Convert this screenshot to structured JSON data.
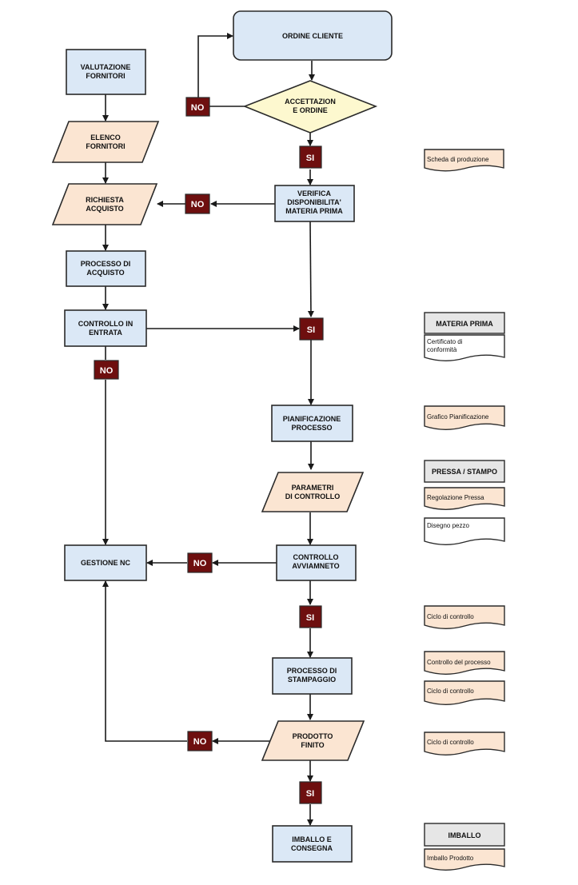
{
  "nodes": {
    "ordine_cliente": "ORDINE  CLIENTE",
    "accettazione": [
      "ACCETTAZION",
      "E ORDINE"
    ],
    "valutazione": [
      "VALUTAZIONE",
      "FORNITORI"
    ],
    "elenco": [
      "ELENCO",
      "FORNITORI"
    ],
    "richiesta": [
      "RICHIESTA",
      "ACQUISTO"
    ],
    "processo_acquisto": [
      "PROCESSO DI",
      "ACQUISTO"
    ],
    "controllo_entrata": [
      "CONTROLLO IN",
      "ENTRATA"
    ],
    "gestione_nc": "GESTIONE NC",
    "verifica": [
      "VERIFICA",
      "DISPONIBILITA'",
      "MATERIA PRIMA"
    ],
    "pianificazione": [
      "PIANIFICAZIONE",
      "PROCESSO"
    ],
    "parametri": [
      "PARAMETRI",
      "DI CONTROLLO"
    ],
    "controllo_avviamento": [
      "CONTROLLO",
      "AVVIAMNETO"
    ],
    "processo_stampaggio": [
      "PROCESSO DI",
      "STAMPAGGIO"
    ],
    "prodotto_finito": [
      "PRODOTTO",
      "FINITO"
    ],
    "imballo_consegna": [
      "IMBALLO E",
      "CONSEGNA"
    ]
  },
  "labels": {
    "yes": "SI",
    "no": "NO"
  },
  "documents": {
    "scheda": "Scheda di produzione",
    "materia_prima_header": "MATERIA PRIMA",
    "certificato": [
      "Certificato di",
      "conformità"
    ],
    "grafico": "Grafico Pianificazione",
    "pressa_header": "PRESSA / STAMPO",
    "regolazione": "Regolazione Pressa",
    "disegno": "Disegno pezzo",
    "ciclo_1": "Ciclo di  controllo",
    "controllo_processo": "Controllo del processo",
    "ciclo_2": "Ciclo di  controllo",
    "ciclo_3": "Ciclo di  controllo",
    "imballo_header": "IMBALLO",
    "imballo_prodotto": "Imballo Prodotto"
  },
  "colors": {
    "process": "#dbe8f6",
    "data": "#fbe5d2",
    "decision": "#fdf8cf",
    "badge": "#6e0f0f",
    "header": "#e6e6e6"
  }
}
